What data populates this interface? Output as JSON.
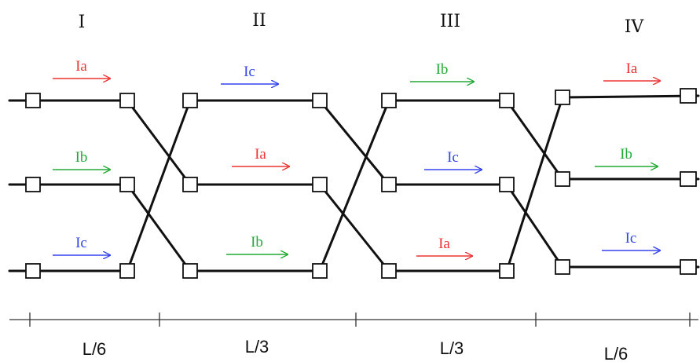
{
  "colors": {
    "Ia": "#ee3333",
    "Ib": "#22aa33",
    "Ic": "#3344ee",
    "line": "#111111"
  },
  "sections": [
    {
      "roman": "I",
      "currents": [
        "Ia",
        "Ib",
        "Ic"
      ],
      "length": "L/6"
    },
    {
      "roman": "II",
      "currents": [
        "Ic",
        "Ia",
        "Ib"
      ],
      "length": "L/3"
    },
    {
      "roman": "III",
      "currents": [
        "Ib",
        "Ic",
        "Ia"
      ],
      "length": "L/3"
    },
    {
      "roman": "IV",
      "currents": [
        "Ia",
        "Ib",
        "Ic"
      ],
      "length": "L/6"
    }
  ]
}
